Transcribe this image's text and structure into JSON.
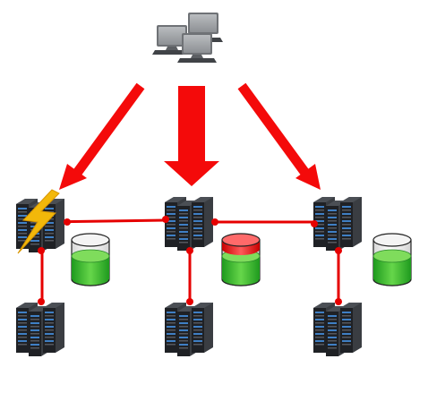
{
  "diagram": {
    "title": "",
    "colors": {
      "background": "#ffffff",
      "arrow": "#f40a0a",
      "link": "#e60000",
      "node_dot": "#e60000",
      "server_body": "#2e3136",
      "server_front": "#1e2024",
      "server_led": "#2f7fd0",
      "client": "#8c8f92",
      "db_liquid": "#2db52d",
      "db_liquid_light": "#8ee36a",
      "db_alert": "#e10a0a",
      "lightning": "#f2b80a"
    },
    "client": {
      "icon": "desktop-computers-icon"
    },
    "server_nodes": [
      {
        "id": "server-left",
        "icon": "server-rack-icon",
        "status": "fault",
        "fault_icon": "lightning-bolt-icon"
      },
      {
        "id": "server-center",
        "icon": "server-rack-icon",
        "status": "ok"
      },
      {
        "id": "server-right",
        "icon": "server-rack-icon",
        "status": "ok"
      },
      {
        "id": "server-left-replica",
        "icon": "server-rack-icon",
        "status": "ok"
      },
      {
        "id": "server-center-replica",
        "icon": "server-rack-icon",
        "status": "ok"
      },
      {
        "id": "server-right-replica",
        "icon": "server-rack-icon",
        "status": "ok"
      }
    ],
    "databases": [
      {
        "id": "db-left",
        "icon": "database-cylinder-icon",
        "state": "normal"
      },
      {
        "id": "db-center",
        "icon": "database-cylinder-icon",
        "state": "alert"
      },
      {
        "id": "db-right",
        "icon": "database-cylinder-icon",
        "state": "normal"
      }
    ],
    "arrows": [
      {
        "from": "client",
        "to": "server-left",
        "weight": "normal"
      },
      {
        "from": "client",
        "to": "server-center",
        "weight": "heavy"
      },
      {
        "from": "client",
        "to": "server-right",
        "weight": "normal"
      }
    ],
    "links": [
      {
        "from": "server-left",
        "to": "server-center"
      },
      {
        "from": "server-center",
        "to": "server-right"
      },
      {
        "from": "server-left",
        "to": "server-left-replica"
      },
      {
        "from": "server-center",
        "to": "server-center-replica"
      },
      {
        "from": "server-right",
        "to": "server-right-replica"
      }
    ]
  }
}
